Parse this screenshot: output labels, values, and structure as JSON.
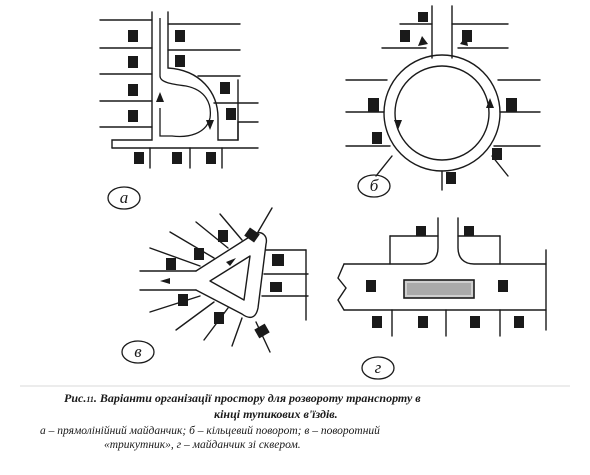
{
  "labels": {
    "a": "а",
    "b": "б",
    "v": "в",
    "g": "г"
  },
  "caption": {
    "title_prefix": "Рис.",
    "title_number": "11",
    "title_text_1": ". Варіанти організації простору для розвороту транспорту в",
    "title_text_2": "кінці тупикових в'їздів.",
    "legend_1": "а – прямолінійний майданчик; б – кільцевий поворот; в – поворотний",
    "legend_2": "«трикутник», г – майданчик зі сквером."
  }
}
